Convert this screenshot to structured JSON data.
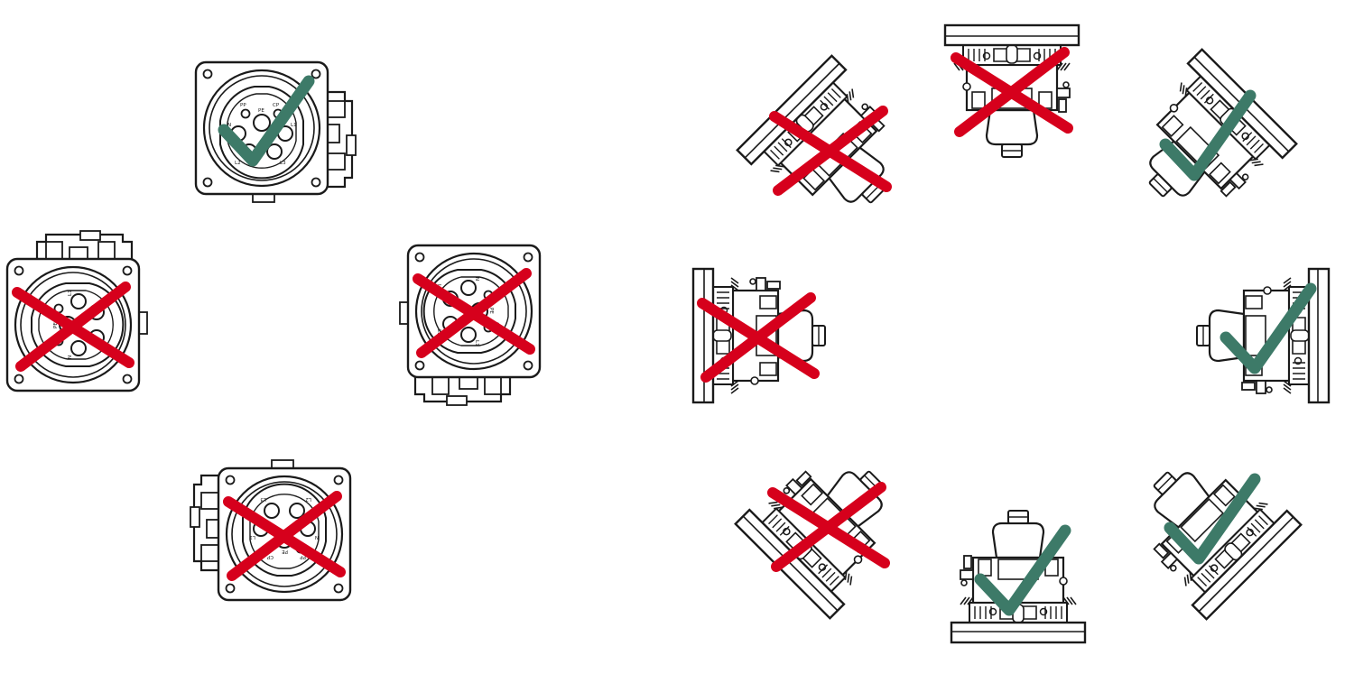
{
  "colors": {
    "line": "#1a1a1a",
    "background": "#ffffff",
    "correct": "#3d7a68",
    "wrong": "#d6001c"
  },
  "front_view": {
    "items": [
      {
        "id": "top",
        "rotation": 0,
        "verdict": "correct",
        "icon": "check-mark-icon"
      },
      {
        "id": "left",
        "rotation": 270,
        "verdict": "wrong",
        "icon": "cross-mark-icon"
      },
      {
        "id": "right",
        "rotation": 90,
        "verdict": "wrong",
        "icon": "cross-mark-icon"
      },
      {
        "id": "bottom",
        "rotation": 180,
        "verdict": "wrong",
        "icon": "cross-mark-icon"
      }
    ],
    "pin_labels": [
      "PP",
      "CP",
      "PE",
      "N",
      "L1",
      "L2",
      "L3"
    ]
  },
  "side_view": {
    "items": [
      {
        "id": "top",
        "rotation": 0,
        "verdict": "wrong",
        "icon": "cross-mark-icon"
      },
      {
        "id": "top-left",
        "rotation": -45,
        "verdict": "wrong",
        "icon": "cross-mark-icon"
      },
      {
        "id": "top-right",
        "rotation": 45,
        "verdict": "correct",
        "icon": "check-mark-icon"
      },
      {
        "id": "left",
        "rotation": -90,
        "verdict": "wrong",
        "icon": "cross-mark-icon"
      },
      {
        "id": "right",
        "rotation": 90,
        "verdict": "correct",
        "icon": "check-mark-icon"
      },
      {
        "id": "bottom-left",
        "rotation": -135,
        "verdict": "wrong",
        "icon": "cross-mark-icon"
      },
      {
        "id": "bottom",
        "rotation": 180,
        "verdict": "correct",
        "icon": "check-mark-icon"
      },
      {
        "id": "bottom-right",
        "rotation": 135,
        "verdict": "correct",
        "icon": "check-mark-icon"
      }
    ]
  }
}
